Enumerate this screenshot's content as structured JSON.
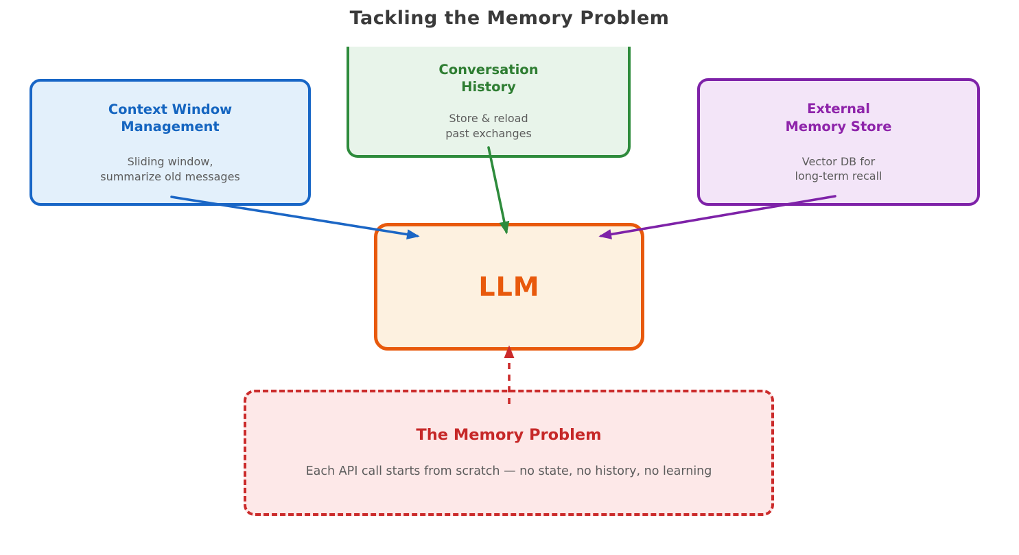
{
  "diagram": {
    "title": "Tackling the Memory Problem",
    "title_color": "#3a3a3a",
    "description_text_color": "#5c5c5c",
    "nodes": {
      "context_window": {
        "title": "Context Window\nManagement",
        "description": "Sliding window,\nsummarize old messages",
        "title_color": "#1565c0",
        "border_color": "#1866c6",
        "fill_color": "#e3f0fb"
      },
      "conversation_history": {
        "title": "Conversation\nHistory",
        "description": "Store & reload\npast exchanges",
        "title_color": "#2e7d32",
        "border_color": "#2e8b3c",
        "fill_color": "#e8f4ea"
      },
      "external_memory_store": {
        "title": "External\nMemory Store",
        "description": "Vector DB for\nlong-term recall",
        "title_color": "#8e24aa",
        "border_color": "#7e22a8",
        "fill_color": "#f3e5f8"
      },
      "llm": {
        "title": "LLM",
        "title_color": "#e8590c",
        "border_color": "#e8590c",
        "fill_color": "#fdf1e0"
      },
      "memory_problem": {
        "title": "The Memory Problem",
        "description": "Each API call starts from scratch — no state, no history, no learning",
        "title_color": "#c62828",
        "border_color": "#cb2b2b",
        "border_style": "dashed",
        "fill_color": "#fde8e8"
      }
    },
    "arrows": [
      {
        "name": "context-window-to-llm",
        "color": "#1b66c5",
        "style": "solid"
      },
      {
        "name": "conversation-history-to-llm",
        "color": "#2e8b3c",
        "style": "solid"
      },
      {
        "name": "external-memory-to-llm",
        "color": "#7e22a8",
        "style": "solid"
      },
      {
        "name": "memory-problem-to-llm",
        "color": "#cb2b2b",
        "style": "dashed"
      }
    ]
  }
}
